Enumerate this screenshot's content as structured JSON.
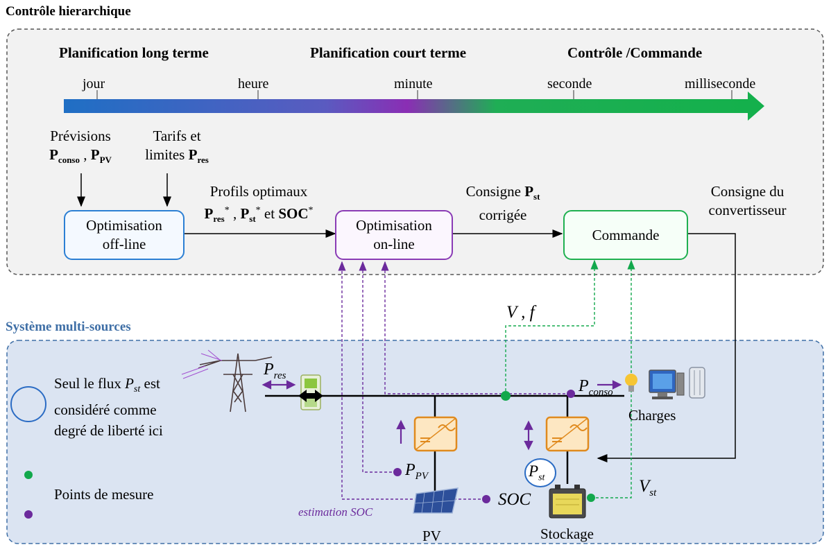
{
  "control": {
    "title": "Contrôle hierarchique",
    "phases": [
      "Planification long terme",
      "Planification court terme",
      "Contrôle /Commande"
    ],
    "timescales": [
      "jour",
      "heure",
      "minute",
      "seconde",
      "milliseconde"
    ],
    "inputs": {
      "forecasts_line1": "Prévisions",
      "forecasts_line2_p1": "P",
      "forecasts_line2_sub1": "conso",
      "forecasts_line2_sep": " , ",
      "forecasts_line2_p2": "P",
      "forecasts_line2_sub2": "PV",
      "tariffs_line1": "Tarifs et",
      "tariffs_line2_text": "limites ",
      "tariffs_line2_p": "P",
      "tariffs_line2_sub": "res"
    },
    "boxes": {
      "offline": [
        "Optimisation",
        "off-line"
      ],
      "online": [
        "Optimisation",
        "on-line"
      ],
      "command": "Commande"
    },
    "labels": {
      "profiles_line1": "Profils optimaux",
      "profiles_p1": "P",
      "profiles_sub1": "res",
      "profiles_sep1": " , ",
      "profiles_p2": "P",
      "profiles_sub2": "st",
      "profiles_and": " et ",
      "profiles_soc": "SOC",
      "star": "*",
      "setpoint_line1_text": "Consigne ",
      "setpoint_line1_p": "P",
      "setpoint_line1_sub": "st",
      "setpoint_line2": "corrigée",
      "converter_line1": "Consigne du",
      "converter_line2": "convertisseur"
    }
  },
  "system": {
    "title": "Système multi-sources",
    "legend": {
      "circle_text_1a": "Seul le flux ",
      "circle_text_1p": "P",
      "circle_text_1sub": "st",
      "circle_text_1b": " est",
      "circle_text_2": "considéré comme",
      "circle_text_3": "degré de liberté ici",
      "measure_points": "Points de mesure"
    },
    "signals": {
      "vf": "V , f",
      "p_res": "P",
      "p_res_sub": "res",
      "p_conso": "P",
      "p_conso_sub": "conso",
      "p_pv": "P",
      "p_pv_sub": "PV",
      "p_st": "P",
      "p_st_sub": "st",
      "soc": "SOC",
      "v_st": "V",
      "v_st_sub": "st",
      "soc_estimation": "estimation SOC"
    },
    "components": {
      "charges": "Charges",
      "pv": "PV",
      "storage": "Stockage"
    }
  },
  "colors": {
    "offline_blue": "#2b7fd4",
    "online_purple": "#8a3bb5",
    "command_green": "#1fb050",
    "measure_green": "#12a84c",
    "measure_purple": "#6b2a9c",
    "section_blue": "#3f6fa6"
  }
}
